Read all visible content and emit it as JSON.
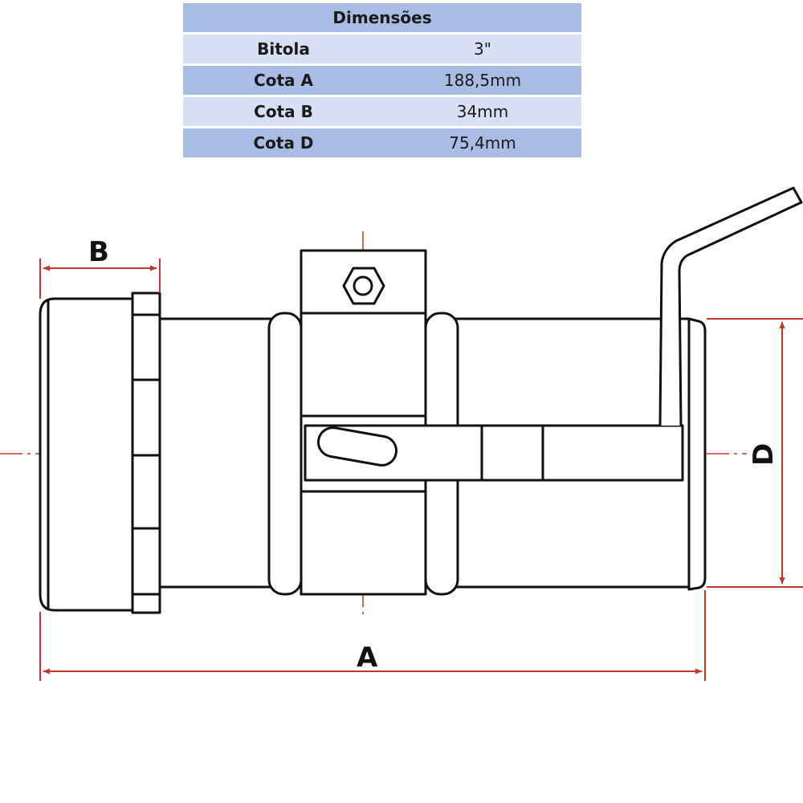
{
  "table": {
    "title": "Dimensões",
    "rows": [
      {
        "label": "Bitola",
        "value": "3\""
      },
      {
        "label": "Cota A",
        "value": "188,5mm"
      },
      {
        "label": "Cota B",
        "value": "34mm"
      },
      {
        "label": "Cota D",
        "value": "75,4mm"
      }
    ]
  },
  "diagram": {
    "label_a": "A",
    "label_b": "B",
    "label_d": "D"
  },
  "colors": {
    "header_bg": "#a9bde4",
    "row_alt_bg": "#d6dff3",
    "line": "#111111",
    "dimension_line": "#c0392b"
  }
}
